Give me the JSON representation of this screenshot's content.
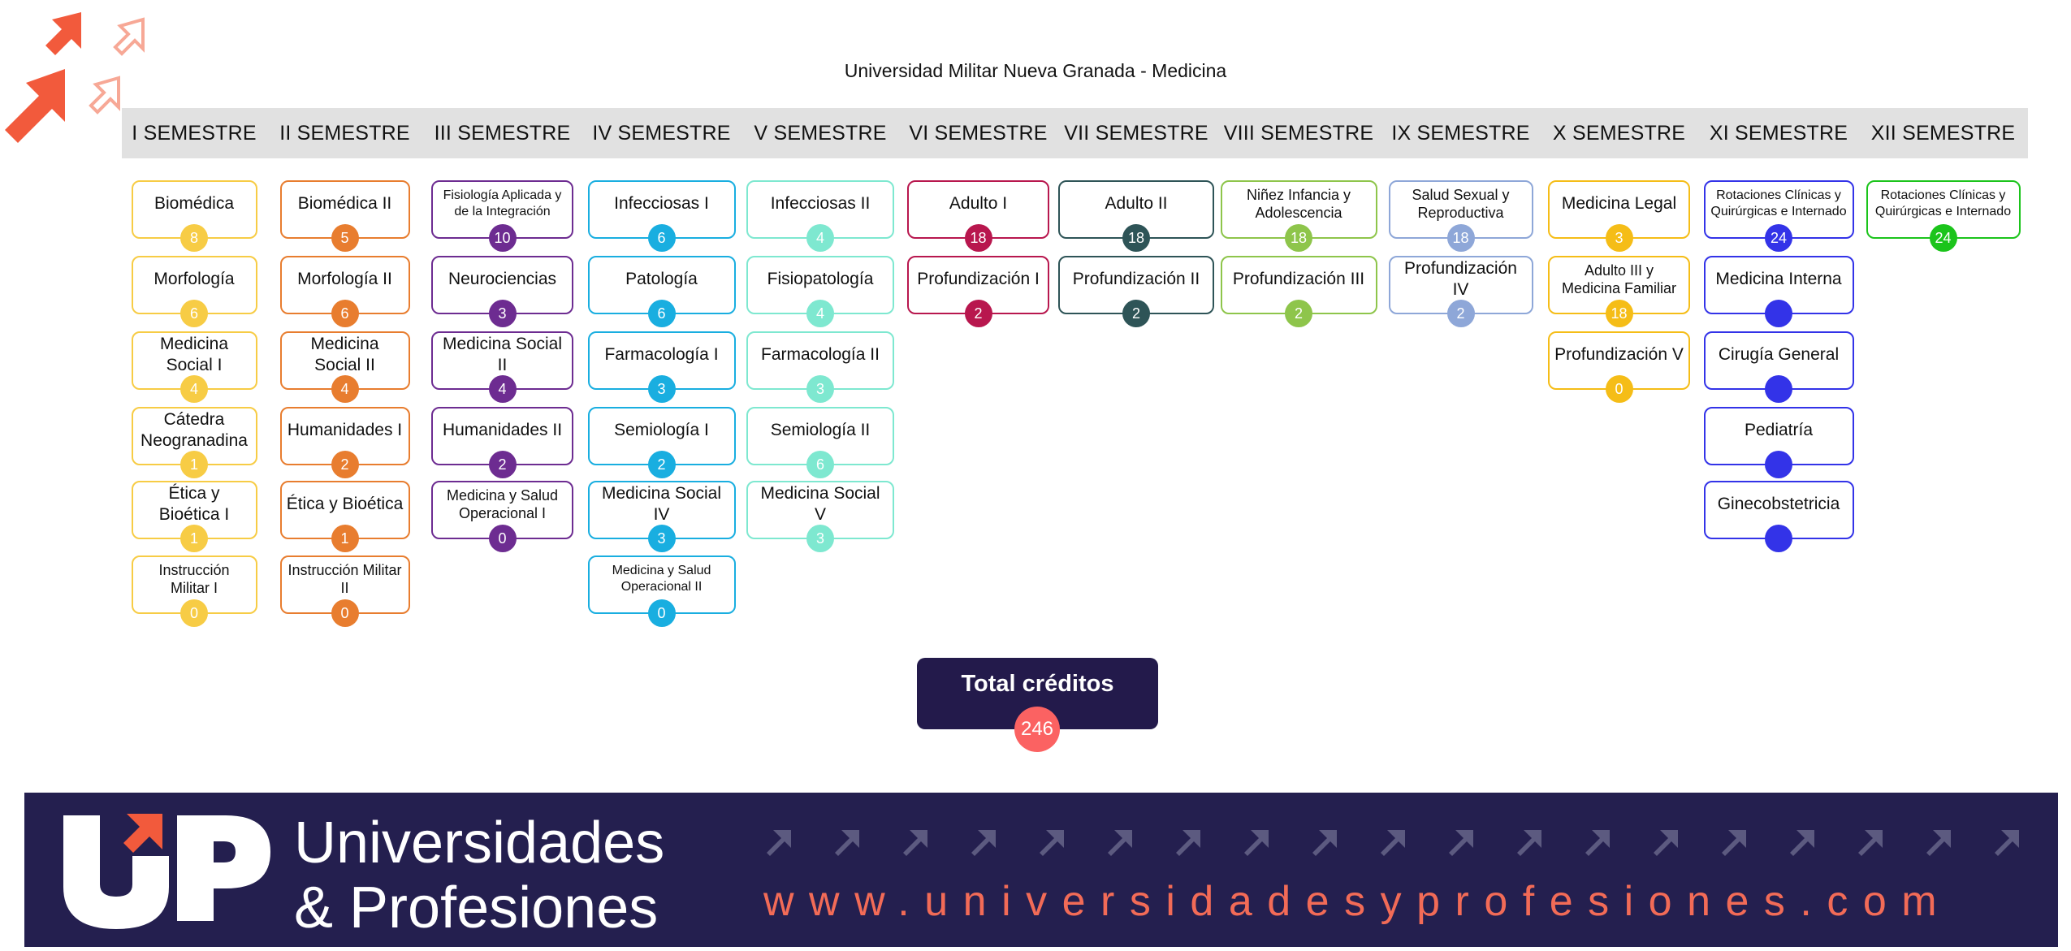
{
  "title": "Universidad Militar Nueva Granada - Medicina",
  "semesters": [
    {
      "label": "I SEMESTRE",
      "color": "#f7cc45",
      "courses": [
        {
          "name": "Biomédica",
          "credits": "8"
        },
        {
          "name": "Morfología",
          "credits": "6"
        },
        {
          "name": "Medicina Social I",
          "credits": "4"
        },
        {
          "name": "Cátedra Neogranadina",
          "credits": "1"
        },
        {
          "name": "Ética y Bioética I",
          "credits": "1"
        },
        {
          "name": "Instrucción Militar I",
          "credits": "0"
        }
      ]
    },
    {
      "label": "II SEMESTRE",
      "color": "#e87d2f",
      "courses": [
        {
          "name": "Biomédica II",
          "credits": "5"
        },
        {
          "name": "Morfología II",
          "credits": "6"
        },
        {
          "name": "Medicina Social II",
          "credits": "4"
        },
        {
          "name": "Humanidades I",
          "credits": "2"
        },
        {
          "name": "Ética y Bioética",
          "credits": "1"
        },
        {
          "name": "Instrucción Militar II",
          "credits": "0"
        }
      ]
    },
    {
      "label": "III SEMESTRE",
      "color": "#6d2c91",
      "courses": [
        {
          "name": "Fisiología Aplicada y de la Integración",
          "credits": "10"
        },
        {
          "name": "Neurociencias",
          "credits": "3"
        },
        {
          "name": "Medicina Social II",
          "credits": "4"
        },
        {
          "name": "Humanidades II",
          "credits": "2"
        },
        {
          "name": "Medicina y Salud Operacional I",
          "credits": "0"
        }
      ]
    },
    {
      "label": "IV SEMESTRE",
      "color": "#19aee0",
      "courses": [
        {
          "name": "Infecciosas I",
          "credits": "6"
        },
        {
          "name": "Patología",
          "credits": "6"
        },
        {
          "name": "Farmacología I",
          "credits": "3"
        },
        {
          "name": "Semiología I",
          "credits": "2"
        },
        {
          "name": "Medicina Social IV",
          "credits": "3"
        },
        {
          "name": "Medicina y Salud Operacional II",
          "credits": "0"
        }
      ]
    },
    {
      "label": "V SEMESTRE",
      "color": "#7ee8d0",
      "courses": [
        {
          "name": "Infecciosas II",
          "credits": "4"
        },
        {
          "name": "Fisiopatología",
          "credits": "4"
        },
        {
          "name": "Farmacología II",
          "credits": "3"
        },
        {
          "name": "Semiología II",
          "credits": "6"
        },
        {
          "name": "Medicina Social V",
          "credits": "3"
        }
      ]
    },
    {
      "label": "VI SEMESTRE",
      "color": "#b8174e",
      "courses": [
        {
          "name": "Adulto I",
          "credits": "18"
        },
        {
          "name": "Profundización I",
          "credits": "2"
        }
      ]
    },
    {
      "label": "VII SEMESTRE",
      "color": "#2e5457",
      "courses": [
        {
          "name": "Adulto II",
          "credits": "18"
        },
        {
          "name": "Profundización II",
          "credits": "2"
        }
      ]
    },
    {
      "label": "VIII SEMESTRE",
      "color": "#8ec54b",
      "courses": [
        {
          "name": "Niñez Infancia y Adolescencia",
          "credits": "18"
        },
        {
          "name": "Profundización III",
          "credits": "2"
        }
      ]
    },
    {
      "label": "IX SEMESTRE",
      "color": "#8ea7d8",
      "courses": [
        {
          "name": "Salud Sexual y Reproductiva",
          "credits": "18"
        },
        {
          "name": "Profundización IV",
          "credits": "2"
        }
      ]
    },
    {
      "label": "X SEMESTRE",
      "color": "#f5bd17",
      "courses": [
        {
          "name": "Medicina Legal",
          "credits": "3"
        },
        {
          "name": "Adulto III y Medicina Familiar",
          "credits": "18"
        },
        {
          "name": "Profundización V",
          "credits": "0"
        }
      ]
    },
    {
      "label": "XI SEMESTRE",
      "color": "#3333e8",
      "courses": [
        {
          "name": "Rotaciones Clínicas y Quirúrgicas e Internado",
          "credits": "24"
        },
        {
          "name": "Medicina Interna",
          "credits": ""
        },
        {
          "name": "Cirugía General",
          "credits": ""
        },
        {
          "name": "Pediatría",
          "credits": ""
        },
        {
          "name": "Ginecobstetricia",
          "credits": ""
        }
      ]
    },
    {
      "label": "XII SEMESTRE",
      "color": "#1bc41b",
      "courses": [
        {
          "name": "Rotaciones Clínicas y Quirúrgicas e Internado",
          "credits": "24"
        }
      ]
    }
  ],
  "total": {
    "label": "Total créditos",
    "value": "246"
  },
  "footer": {
    "brand_line1": "Universidades",
    "brand_line2": "& Profesiones",
    "url": "www.universidadesyprofesiones.com"
  },
  "colors": {
    "footer_bg": "#241f4f",
    "accent": "#f26b57",
    "total_box": "#231a4b",
    "total_badge": "#fb6262"
  },
  "icons": [
    "arrow-up-right-icon"
  ]
}
